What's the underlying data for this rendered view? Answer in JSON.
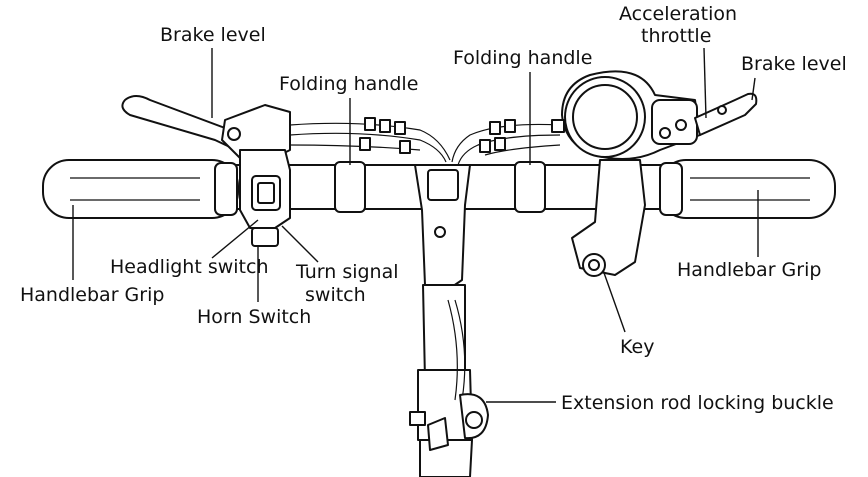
{
  "labels": {
    "brake_left": "Brake level",
    "folding_left": "Folding handle",
    "folding_right": "Folding handle",
    "accel_line1": "Acceleration",
    "accel_line2": "throttle",
    "brake_right": "Brake level",
    "headlight": "Headlight switch",
    "turn_line1": "Turn signal",
    "turn_line2": "switch",
    "grip_left": "Handlebar Grip",
    "horn": "Horn Switch",
    "grip_right": "Handlebar Grip",
    "key": "Key",
    "extension": "Extension rod locking buckle"
  }
}
